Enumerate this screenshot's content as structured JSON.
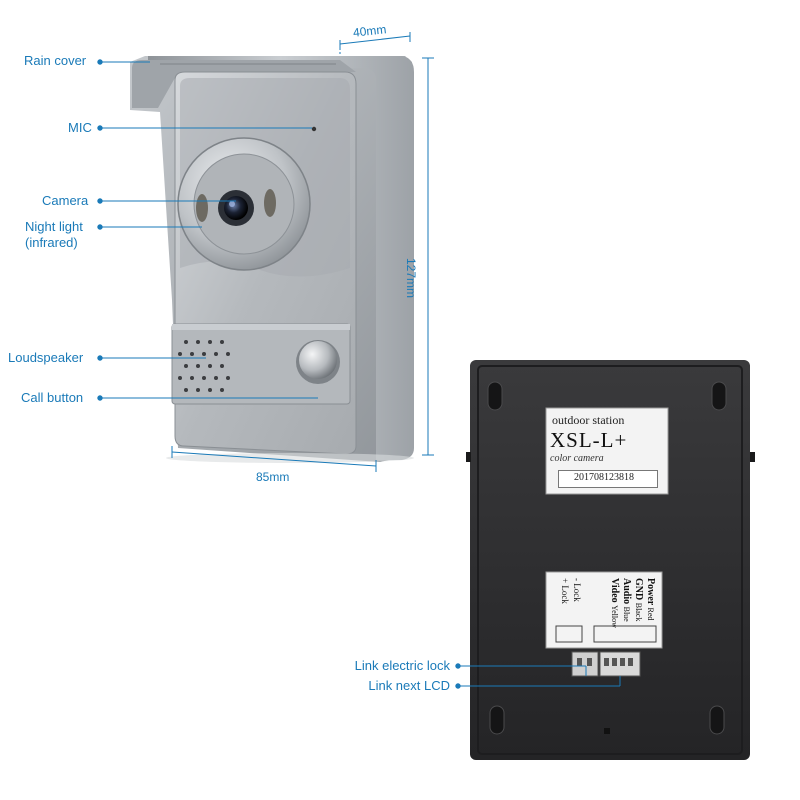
{
  "front": {
    "callouts": {
      "rain_cover": "Rain cover",
      "mic": "MIC",
      "camera": "Camera",
      "night_light_1": "Night light",
      "night_light_2": "(infrared)",
      "loudspeaker": "Loudspeaker",
      "call_button": "Call button"
    },
    "dimensions": {
      "depth": "40mm",
      "height": "127mm",
      "width": "85mm"
    }
  },
  "back": {
    "label": {
      "line1": "outdoor station",
      "line2": "XSL-L+",
      "line3": "color camera",
      "serial": "201708123818"
    },
    "terminals": {
      "power": "Power",
      "power_color": "Red",
      "gnd": "GND",
      "gnd_color": "Black",
      "audio": "Audio",
      "audio_color": "Blue",
      "video": "Video",
      "video_color": "Yellow",
      "lock_minus": "- Lock",
      "lock_plus": "+ Lock"
    },
    "callouts": {
      "link_lock": "Link electric  lock",
      "link_lcd": "Link next LCD"
    }
  },
  "colors": {
    "accent": "#1a7ab8",
    "silver": "#b8bcc2",
    "dark_body": "#2a2a2c"
  }
}
